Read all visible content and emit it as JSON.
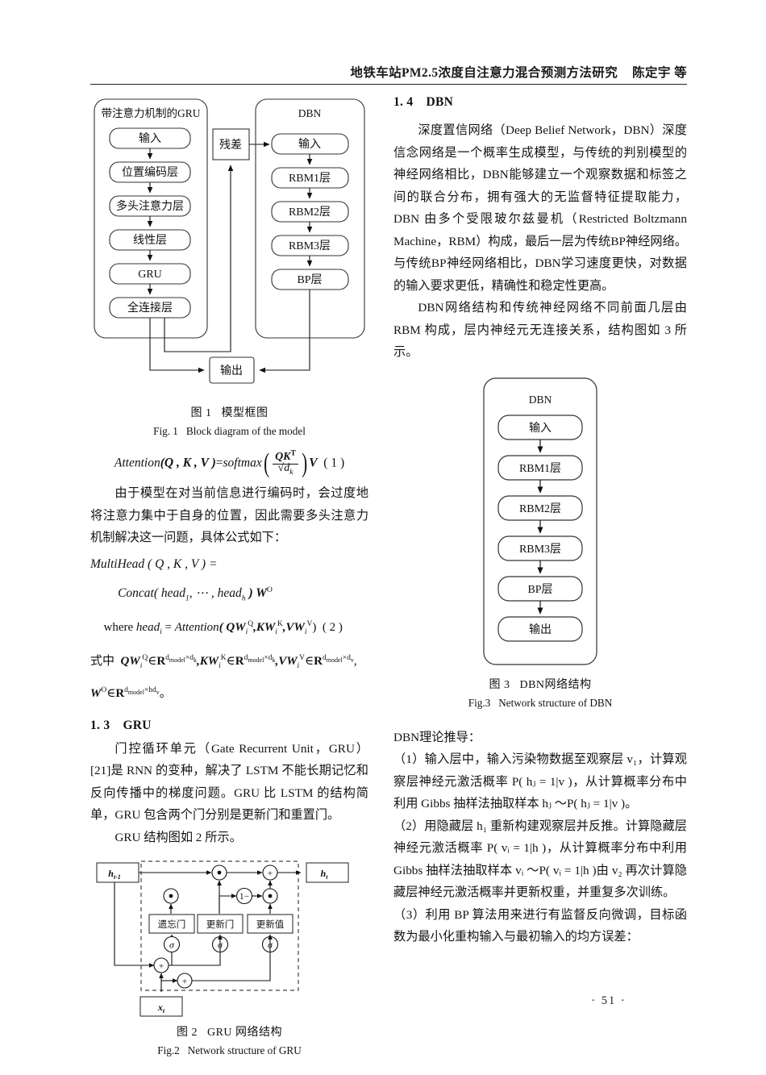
{
  "header": {
    "title": "地铁车站PM2.5浓度自注意力混合预测方法研究",
    "author": "陈定宇  等"
  },
  "page_number": "· 51 ·",
  "figure1": {
    "gru_group_title": "带注意力机制的GRU",
    "dbn_group_title": "DBN",
    "residual_label": "残差",
    "output_label": "输出",
    "gru_nodes": [
      "输入",
      "位置编码层",
      "多头注意力层",
      "线性层",
      "GRU",
      "全连接层"
    ],
    "dbn_nodes": [
      "输入",
      "RBM1层",
      "RBM2层",
      "RBM3层",
      "BP层"
    ],
    "caption_cn_num": "图 1",
    "caption_cn_text": "模型框图",
    "caption_en_num": "Fig. 1",
    "caption_en_text": "Block diagram of the model"
  },
  "equation1": {
    "lhs": "Attention",
    "args": "(Q , K , V )",
    "eq": "=",
    "softmax": "softmax",
    "numerator": "QK",
    "numerator_sup": "T",
    "denominator_root": "d",
    "denominator_sub": "k",
    "tail": "V",
    "number": "( 1 )"
  },
  "paragraph_attention": "由于模型在对当前信息进行编码时，会过度地将注意力集中于自身的位置，因此需要多头注意力机制解决这一问题，具体公式如下：",
  "equation2": {
    "line1": "MultiHead ( Q , K , V ) =",
    "line2_fn": "Concat",
    "line2": "( head",
    "line2_sub1": "1",
    "line2_mid": ", ⋯ , head",
    "line2_sub2": "h",
    "line2_end": " ) W",
    "line2_sup": "O",
    "line3_where": "where ",
    "line3_head": "head",
    "line3_headsub": "i",
    "line3_eq": " = ",
    "line3_fn": "Attention",
    "line3_args": "( QW",
    "number": "( 2 )"
  },
  "equation2_note": {
    "prefix": "式中",
    "body": "QW i Q ∈R d model × d k , KW i K ∈R d model × d k , VW i V ∈R d model × d v , W O ∈R d model × hd v 。"
  },
  "section_gru": {
    "number": "1. 3",
    "title": "GRU"
  },
  "paragraph_gru_1": "门控循环单元（Gate Recurrent Unit，GRU）[21]是 RNN 的变种，解决了 LSTM 不能长期记忆和反向传播中的梯度问题。GRU 比 LSTM 的结构简单，GRU 包含两个门分别是更新门和重置门。",
  "paragraph_gru_2": "GRU 结构图如 2 所示。",
  "figure2": {
    "input_left": "h",
    "input_left_sub": "t-1",
    "output_right": "h",
    "output_right_sub": "t",
    "bottom_input": "x",
    "bottom_input_sub": "t",
    "gate_forget": "遗忘门",
    "gate_update": "更新门",
    "gate_candidate": "更新值",
    "sigma": "σ",
    "one_minus": "1−",
    "op_mul": "⊙",
    "op_add": "+",
    "caption_cn_num": "图 2",
    "caption_cn_text": "GRU 网络结构",
    "caption_en_num": "Fig.2",
    "caption_en_text": "Network structure of GRU"
  },
  "section_dbn": {
    "number": "1. 4",
    "title": "DBN"
  },
  "paragraph_dbn_1": "深度置信网络（Deep Belief Network，DBN）深度信念网络是一个概率生成模型，与传统的判别模型的神经网络相比，DBN能够建立一个观察数据和标签之间的联合分布，拥有强大的无监督特征提取能力，DBN 由多个受限玻尔兹曼机（Restricted Boltzmann Machine，RBM）构成，最后一层为传统BP神经网络。与传统BP神经网络相比，DBN学习速度更快，对数据的输入要求更低，精确性和稳定性更高。",
  "paragraph_dbn_2": "DBN网络结构和传统神经网络不同前面几层由 RBM 构成，层内神经元无连接关系，结构图如 3 所示。",
  "figure3": {
    "group_title": "DBN",
    "nodes": [
      "输入",
      "RBM1层",
      "RBM2层",
      "RBM3层",
      "BP层",
      "输出"
    ],
    "caption_cn_num": "图 3",
    "caption_cn_text": "DBN网络结构",
    "caption_en_num": "Fig.3",
    "caption_en_text": "Network structure of DBN"
  },
  "dbn_theory": {
    "intro": "DBN理论推导：",
    "step1": "（1）输入层中，输入污染物数据至观察层 v₁，计算观察层神经元激活概率 P( hⱼ = 1|v )，从计算概率分布中利用 Gibbs 抽样法抽取样本 hⱼ ～P( hⱼ = 1|v )。",
    "step2": "（2）用隐藏层 h₁ 重新构建观察层并反推。计算隐藏层神经元激活概率 P( vᵢ = 1|h )，从计算概率分布中利用 Gibbs 抽样法抽取样本 vᵢ ～P( vᵢ = 1|h )由 v₂ 再次计算隐藏层神经元激活概率并更新权重，并重复多次训练。",
    "step3": "（3）利用 BP 算法用来进行有监督反向微调，目标函数为最小化重构输入与最初输入的均方误差："
  }
}
